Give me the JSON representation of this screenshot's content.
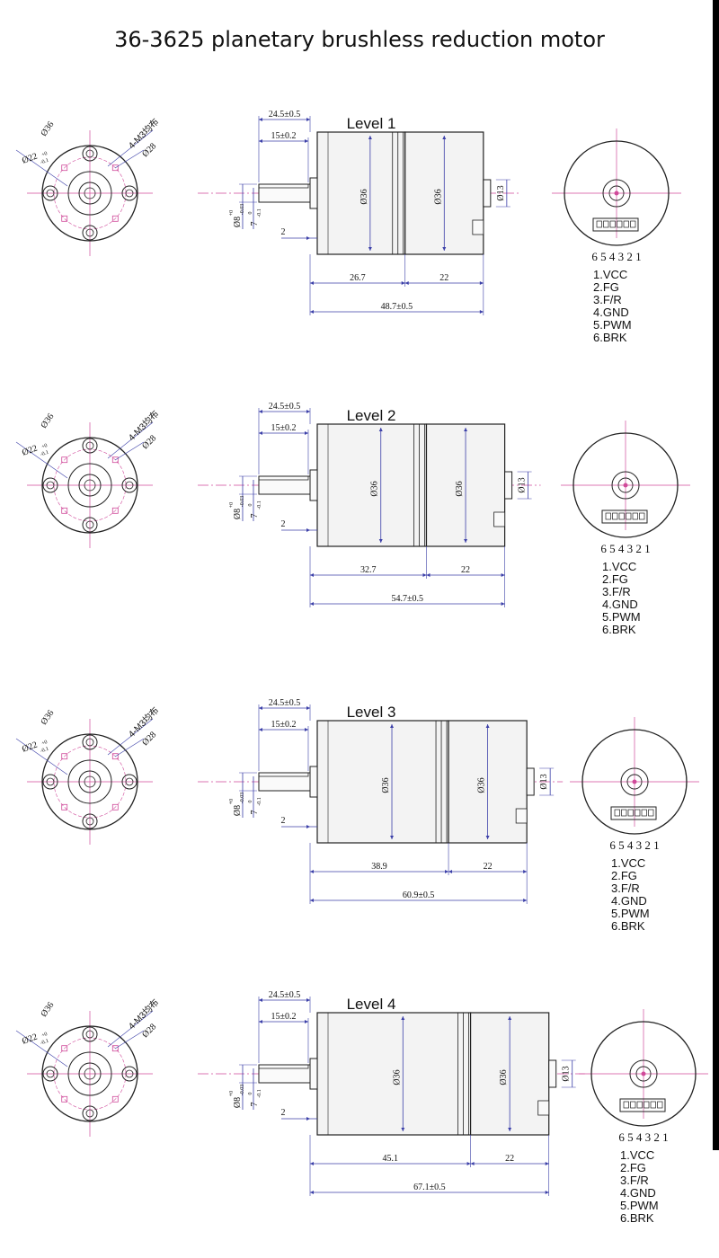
{
  "title": "36-3625 planetary brushless reduction motor",
  "common": {
    "flange_dia": "Ø36",
    "hole_dia": "Ø22",
    "hole_tol_top": "+0",
    "hole_tol_bottom": "-0.1",
    "screw_spec": "4-M3均布",
    "pcd": "Ø28",
    "shaft_len_label": "24.5±0.5",
    "flat_len_label": "15±0.2",
    "shaft_dia": "Ø8",
    "shaft_tol_top": "+0",
    "shaft_tol_bottom": "-0.03",
    "flat_dim": "7",
    "flat_tol_top": "0",
    "flat_tol_bottom": "-0.1",
    "step_label": "2",
    "body_dia": "Ø36",
    "motor_dia": "Ø36",
    "boss_dia": "Ø13",
    "motor_len": "22",
    "pin_numbers": "6 5 4 3 2 1"
  },
  "pins": [
    "1.VCC",
    "2.FG",
    "3.F/R",
    "4.GND",
    "5.PWM",
    "6.BRK"
  ],
  "levels": [
    {
      "label": "Level 1",
      "gearbox_len": 26.7,
      "gearbox_len_label": "26.7",
      "total_len_label": "48.7±0.5"
    },
    {
      "label": "Level 2",
      "gearbox_len": 32.7,
      "gearbox_len_label": "32.7",
      "total_len_label": "54.7±0.5"
    },
    {
      "label": "Level 3",
      "gearbox_len": 38.9,
      "gearbox_len_label": "38.9",
      "total_len_label": "60.9±0.5"
    },
    {
      "label": "Level 4",
      "gearbox_len": 45.1,
      "gearbox_len_label": "45.1",
      "total_len_label": "67.1±0.5"
    }
  ],
  "colors": {
    "background": "#ffffff",
    "line": "#222222",
    "centerline": "#d04a9a",
    "dimension": "#3b3fa8",
    "body_fill": "#f3f3f3",
    "text": "#111111",
    "edge_strip": "#000000"
  }
}
